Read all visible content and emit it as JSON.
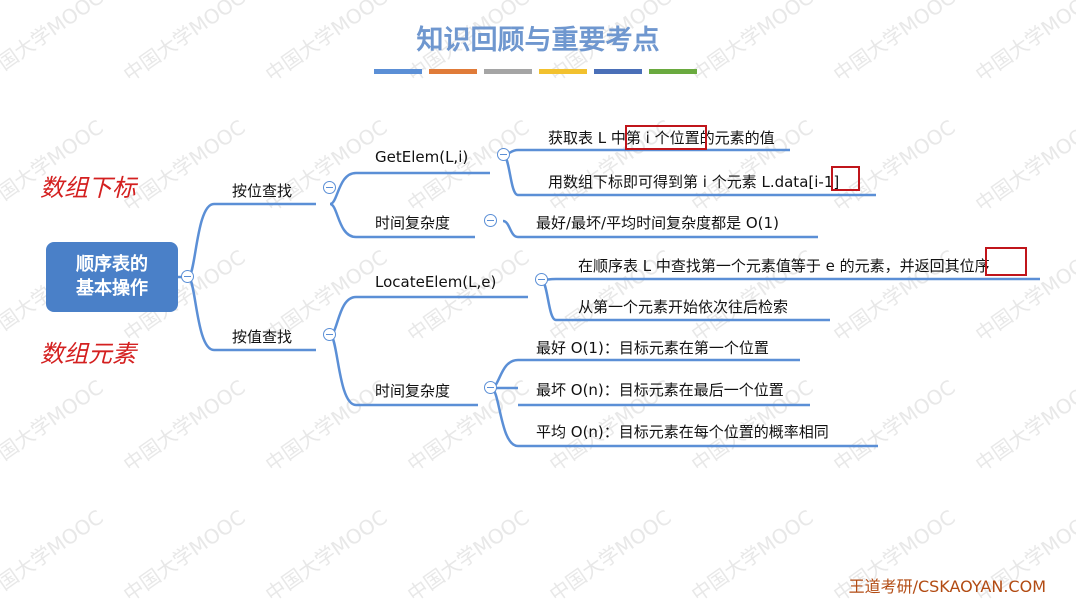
{
  "title": "知识回顾与重要考点",
  "color_bars": [
    "#5b8fd6",
    "#e07b39",
    "#a5a5a5",
    "#f2c12e",
    "#4a6fb8",
    "#6aaa3f"
  ],
  "watermark": "中国大学MOOC",
  "root": {
    "line1": "顺序表的",
    "line2": "基本操作"
  },
  "branches": {
    "by_position": {
      "label": "按位查找",
      "getelem": {
        "label": "GetElem(L,i)",
        "leaf1": {
          "pre": "获取表 L 中",
          "box": "第 i 个位置",
          "post": "的元素的值"
        },
        "leaf2": {
          "pre": "用数组下标即可得到第 i 个元素 L.data[",
          "box": "i-1",
          "post": "]"
        }
      },
      "complexity": {
        "label": "时间复杂度",
        "leaf": "最好/最坏/平均时间复杂度都是 O(1)"
      }
    },
    "by_value": {
      "label": "按值查找",
      "locate": {
        "label": "LocateElem(L,e)",
        "leaf1": {
          "pre": "在顺序表 L 中查找第一个元素值等于 e 的元素，并返回其",
          "box": "位序"
        },
        "leaf2": "从第一个元素开始依次往后检索"
      },
      "complexity": {
        "label": "时间复杂度",
        "best": "最好 O(1)：目标元素在第一个位置",
        "worst": "最坏 O(n)：目标元素在最后一个位置",
        "avg": "平均 O(n)：目标元素在每个位置的概率相同"
      }
    }
  },
  "handwriting": {
    "top": "数组下标",
    "bottom": "数组元素"
  },
  "brand": "王道考研/CSKAOYAN.COM",
  "colors": {
    "accent": "#5b8fd6",
    "root_bg": "#4a80c8",
    "highlight": "#c0151b",
    "handwriting": "#d42020"
  }
}
